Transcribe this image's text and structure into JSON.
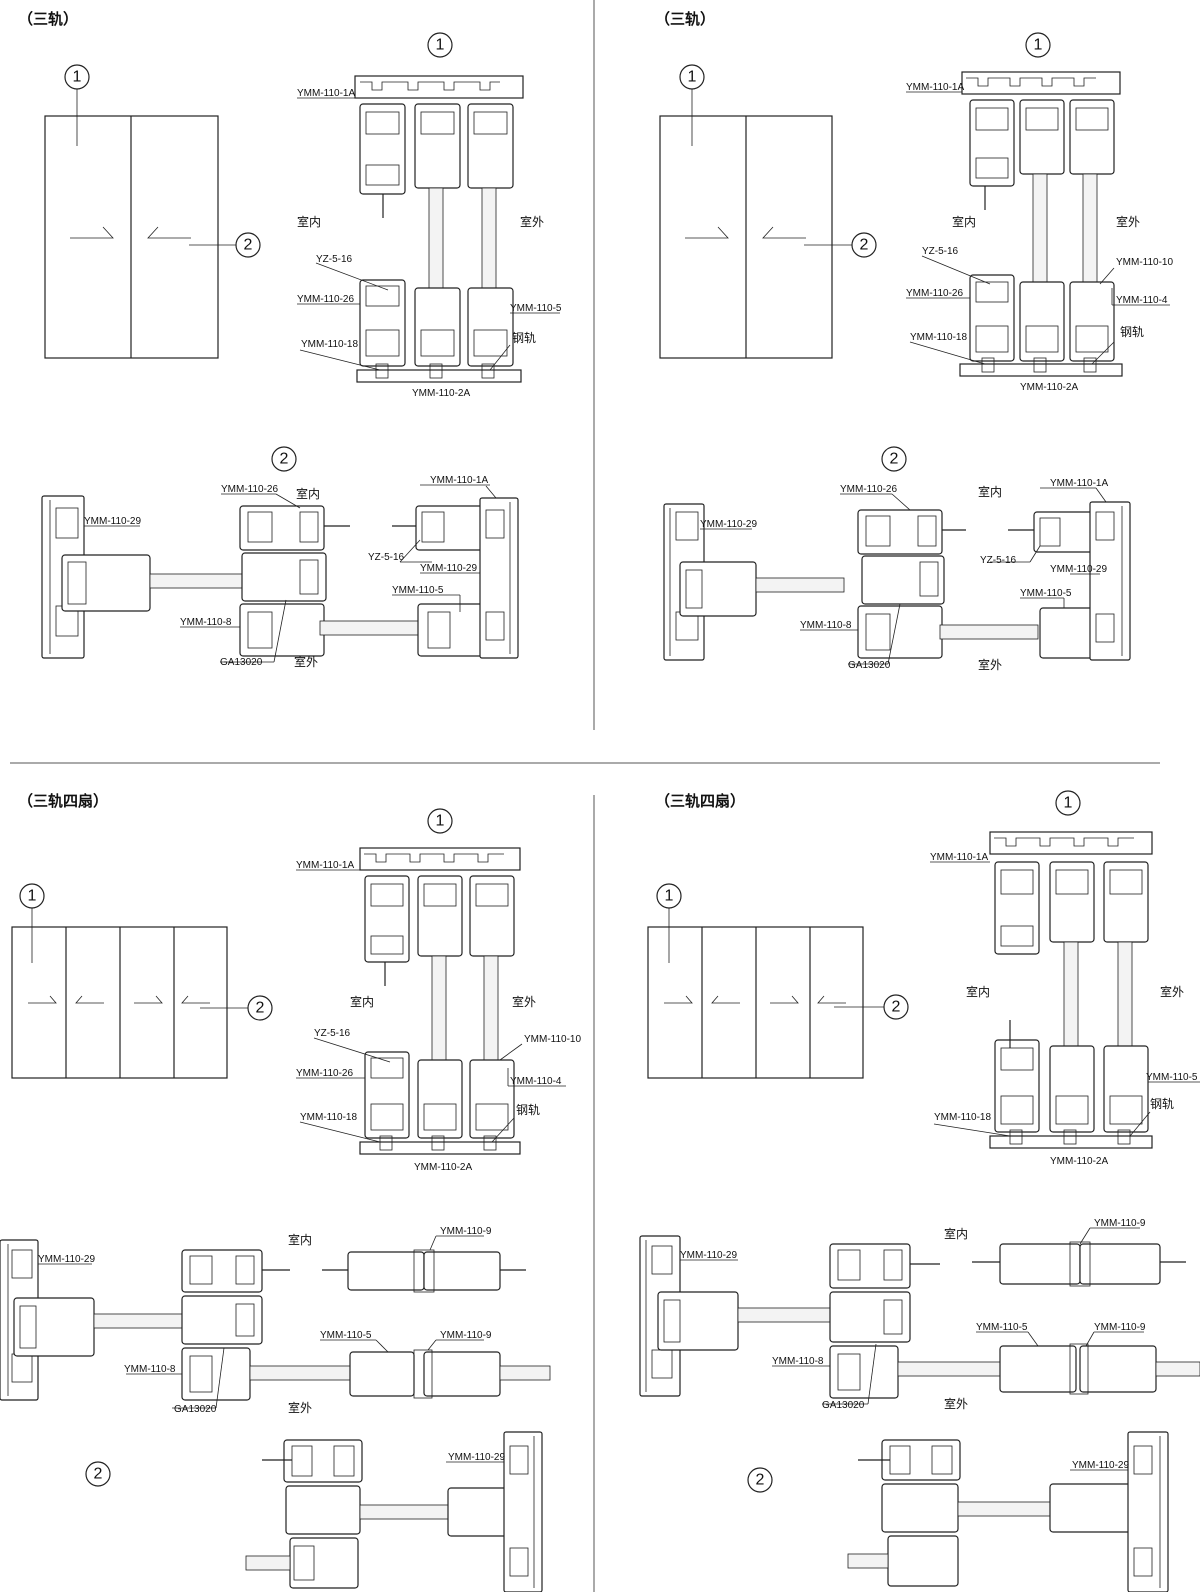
{
  "titles": {
    "q1": "（三轨）",
    "q2": "（三轨）",
    "q3": "（三轨四扇）",
    "q4": "（三轨四扇）"
  },
  "callouts": {
    "one": "1",
    "two": "2"
  },
  "q1": {
    "vertical": {
      "top_frame": "YMM-110-1A",
      "indoor": "室内",
      "outdoor": "室外",
      "seal": "YZ-5-16",
      "sash_left": "YMM-110-26",
      "sash_right": "YMM-110-5",
      "rail": "钢轨",
      "bottom_sash": "YMM-110-18",
      "bottom_frame": "YMM-110-2A"
    },
    "horizontal": {
      "side_frame": "YMM-110-29",
      "sash_top": "YMM-110-26",
      "indoor": "室内",
      "right_frame": "YMM-110-1A",
      "seal": "YZ-5-16",
      "side_frame_r": "YMM-110-29",
      "sash_right": "YMM-110-5",
      "sash_left": "YMM-110-8",
      "gasket": "GA13020",
      "outdoor": "室外"
    }
  },
  "q2": {
    "vertical": {
      "top_frame": "YMM-110-1A",
      "indoor": "室内",
      "outdoor": "室外",
      "seal": "YZ-5-16",
      "interlock": "YMM-110-10",
      "sash_left": "YMM-110-26",
      "sash_right": "YMM-110-4",
      "rail": "钢轨",
      "bottom_sash": "YMM-110-18",
      "bottom_frame": "YMM-110-2A"
    },
    "horizontal": {
      "side_frame": "YMM-110-29",
      "sash_top": "YMM-110-26",
      "indoor": "室内",
      "right_frame": "YMM-110-1A",
      "seal": "YZ-5-16",
      "side_frame_r": "YMM-110-29",
      "sash_right": "YMM-110-5",
      "sash_left": "YMM-110-8",
      "gasket": "GA13020",
      "outdoor": "室外"
    }
  },
  "q3": {
    "vertical": {
      "top_frame": "YMM-110-1A",
      "indoor": "室内",
      "outdoor": "室外",
      "seal": "YZ-5-16",
      "interlock": "YMM-110-10",
      "sash_left": "YMM-110-26",
      "sash_right": "YMM-110-4",
      "rail": "钢轨",
      "bottom_sash": "YMM-110-18",
      "bottom_frame": "YMM-110-2A"
    },
    "horizontal": {
      "side_frame": "YMM-110-29",
      "indoor": "室内",
      "mullion_top": "YMM-110-9",
      "sash_mid": "YMM-110-5",
      "mullion_mid": "YMM-110-9",
      "sash_left": "YMM-110-8",
      "gasket": "GA13020",
      "outdoor": "室外",
      "side_frame_r": "YMM-110-29"
    }
  },
  "q4": {
    "vertical": {
      "top_frame": "YMM-110-1A",
      "indoor": "室内",
      "outdoor": "室外",
      "sash_right": "YMM-110-5",
      "rail": "钢轨",
      "bottom_sash": "YMM-110-18",
      "bottom_frame": "YMM-110-2A"
    },
    "horizontal": {
      "mullion_top": "YMM-110-9",
      "side_frame": "YMM-110-29",
      "indoor": "室内",
      "sash_mid": "YMM-110-5",
      "mullion_mid": "YMM-110-9",
      "sash_left": "YMM-110-8",
      "gasket": "GA13020",
      "outdoor": "室外",
      "side_frame_r": "YMM-110-29"
    }
  }
}
